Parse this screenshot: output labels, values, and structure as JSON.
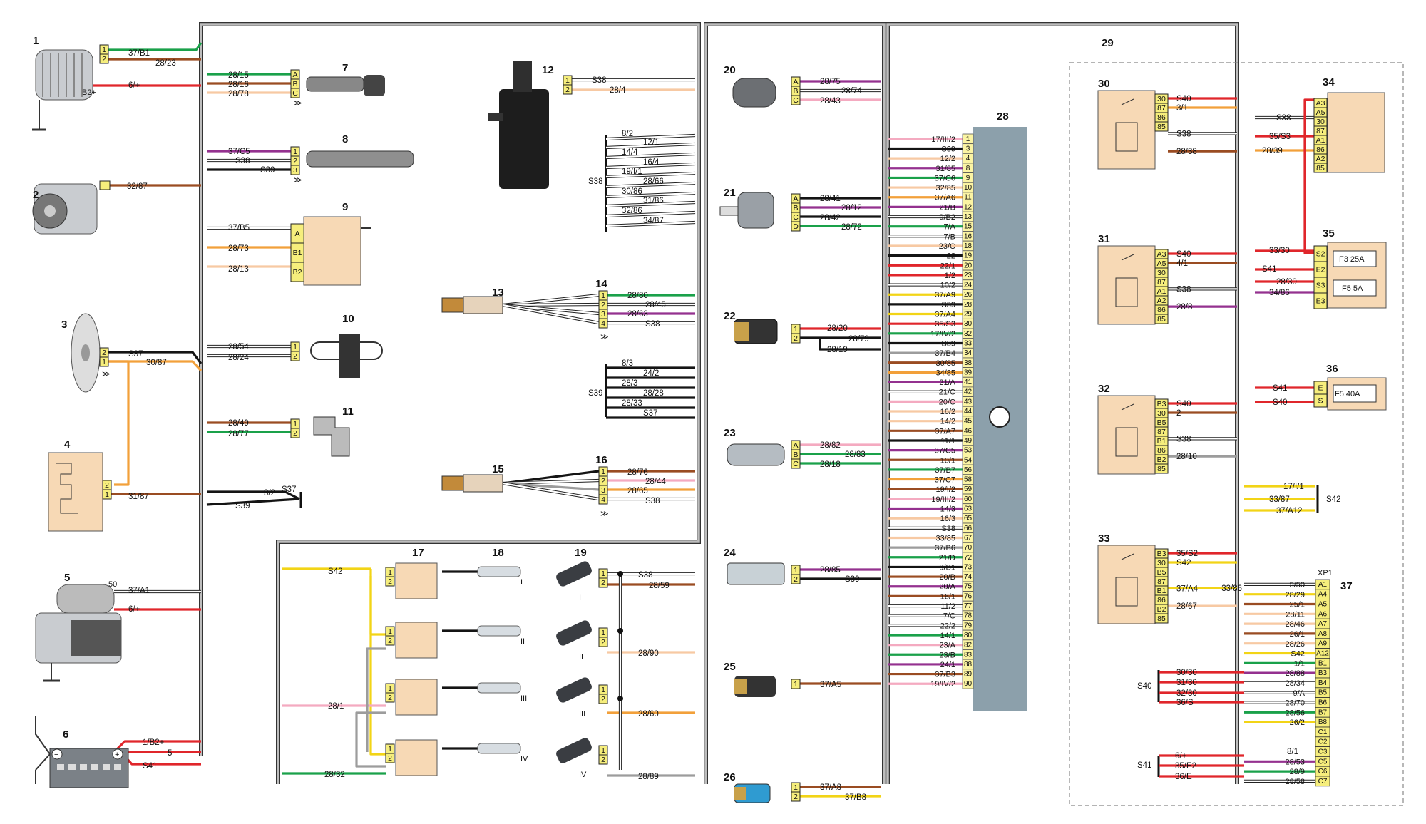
{
  "colors": {
    "black": "#141414",
    "white": "#ffffff",
    "green": "#1aa14a",
    "red": "#e0262b",
    "brown": "#9a4c22",
    "orange": "#f2a03a",
    "pink": "#f4aac0",
    "violet": "#94318f",
    "gray": "#9c9c9c",
    "yellow": "#f2d416",
    "peach": "#f7c9a3",
    "bus": "#8ca0ab",
    "connector": "#f6ee7c",
    "box": "#f7d9b5",
    "pin28": "#fbf4a3",
    "frame": "#bdbdbd"
  },
  "labels": {
    "c1": "1",
    "c2": "2",
    "c3": "3",
    "c4": "4",
    "c5": "5",
    "c6": "6",
    "c7": "7",
    "c8": "8",
    "c9": "9",
    "c10": "10",
    "c11": "11",
    "c12": "12",
    "c13": "13",
    "c14": "14",
    "c15": "15",
    "c16": "16",
    "c17": "17",
    "c18": "18",
    "c19": "19",
    "c20": "20",
    "c21": "21",
    "c22": "22",
    "c23": "23",
    "c24": "24",
    "c25": "25",
    "c26": "26",
    "c28": "28",
    "c29": "29",
    "c30": "30",
    "c31": "31",
    "c32": "32",
    "c33": "33",
    "c34": "34",
    "c35": "35",
    "c36": "36",
    "c37": "37",
    "b2plus": "B2+",
    "s37_50": "50",
    "xp1": "XP1",
    "f3": "F3 25A",
    "f5": "F5 5A",
    "f5b": "F5 40A",
    "roman1": "I",
    "roman2": "II",
    "roman3": "III",
    "roman4": "IV"
  },
  "pins": {
    "p1": "1",
    "p2": "2",
    "p3": "3",
    "p4": "4",
    "pA": "A",
    "pB": "B",
    "pC": "C",
    "pD": "D",
    "pB1": "B1",
    "pB2": "B2",
    "p30": "30",
    "p87": "87",
    "p86": "86",
    "p85": "85",
    "pA3": "A3",
    "pA5": "A5",
    "pA1": "A1",
    "pA2": "A2",
    "pB3": "B3",
    "pB5": "B5",
    "pS2": "S2",
    "pE2": "E2",
    "pS3": "S3",
    "pE3": "E3",
    "pE": "E",
    "pS": "S"
  },
  "wires": {
    "w37_B1": "37/B1",
    "w28_23": "28/23",
    "w6p": "6/+",
    "w32_87": "32/87",
    "wS37": "S37",
    "w30_87": "30/87",
    "w31_87": "31/87",
    "w37_A1": "37/A1",
    "w1_B2p": "1/B2+",
    "w5": "5",
    "wS41": "S41",
    "w28_15": "28/15",
    "w28_16": "28/16",
    "w28_78": "28/78",
    "w37_C5": "37/C5",
    "wS38": "S38",
    "wS39": "S39",
    "w37_B5": "37/B5",
    "w28_73": "28/73",
    "w28_13": "28/13",
    "w28_54": "28/54",
    "w28_24": "28/24",
    "w28_49": "28/49",
    "w28_77": "28/77",
    "w3_2": "3/2",
    "w28_4": "28/4",
    "w8_2": "8/2",
    "w12_1": "12/1",
    "w14_4": "14/4",
    "w16_4": "16/4",
    "w19_I_1": "19/I/1",
    "w28_66": "28/66",
    "w30_86": "30/86",
    "w31_86": "31/86",
    "w32_86": "32/86",
    "w34_87": "34/87",
    "w28_80": "28/80",
    "w28_45": "28/45",
    "w28_63": "28/63",
    "w8_3": "8/3",
    "w24_2": "24/2",
    "w28_3": "28/3",
    "w28_28": "28/28",
    "w28_33": "28/33",
    "w28_76": "28/76",
    "w28_44": "28/44",
    "w28_65": "28/65",
    "wS42": "S42",
    "w28_1": "28/1",
    "w28_32": "28/32",
    "w28_59": "28/59",
    "w28_90": "28/90",
    "w28_60": "28/60",
    "w28_89": "28/89",
    "w28_75": "28/75",
    "w28_74": "28/74",
    "w28_43": "28/43",
    "w28_41": "28/41",
    "w28_12": "28/12",
    "w28_42": "28/42",
    "w28_72": "28/72",
    "w28_20": "28/20",
    "w28_79": "28/79",
    "w28_19": "28/19",
    "w28_82": "28/82",
    "w28_83": "28/83",
    "w28_18": "28/18",
    "w28_85": "28/85",
    "w37_A5": "37/A5",
    "w37_A8": "37/A8",
    "w37_B8": "37/B8",
    "wS40": "S40",
    "w3_1": "3/1",
    "w28_38": "28/38",
    "w4_1": "4/1",
    "w28_8": "28/8",
    "w2": "2",
    "w28_10": "28/10",
    "w35_S2": "35/S2",
    "w37_A4": "37/A4",
    "w28_67": "28/67",
    "w35_S3": "35/S3",
    "w28_39": "28/39",
    "w33_30": "33/30",
    "w28_30": "28/30",
    "w34_86": "34/86",
    "w17_I_1": "17/I/1",
    "w33_87": "33/87",
    "w37_A12": "37/A12"
  },
  "connector28": {
    "pins": [
      "1",
      "3",
      "4",
      "8",
      "9",
      "10",
      "11",
      "12",
      "13",
      "15",
      "16",
      "18",
      "19",
      "20",
      "23",
      "24",
      "26",
      "28",
      "29",
      "30",
      "32",
      "33",
      "34",
      "38",
      "39",
      "41",
      "42",
      "43",
      "44",
      "45",
      "46",
      "49",
      "53",
      "54",
      "56",
      "58",
      "59",
      "60",
      "63",
      "65",
      "66",
      "67",
      "70",
      "72",
      "73",
      "74",
      "75",
      "76",
      "77",
      "78",
      "79",
      "80",
      "82",
      "83",
      "88",
      "89",
      "90"
    ],
    "labels": [
      "17/III/2",
      "S39",
      "12/2",
      "31/85",
      "37/C6",
      "32/85",
      "37/A6",
      "21/B",
      "9/B2",
      "7/A",
      "7/B",
      "23/C",
      "22",
      "22/1",
      "1/2",
      "10/2",
      "37/A9",
      "S39",
      "37/A4",
      "35/S3",
      "17/IV/2",
      "S39",
      "37/B4",
      "30/85",
      "34/85",
      "21/A",
      "21/C",
      "20/C",
      "16/2",
      "14/2",
      "37/A7",
      "11/1",
      "37/C5",
      "10/1",
      "37/B7",
      "37/C7",
      "19/I/2",
      "19/III/2",
      "14/3",
      "16/3",
      "S38",
      "33/85",
      "37/B6",
      "21/D",
      "9/B1",
      "20/B",
      "20/A",
      "16/1",
      "11/2",
      "7/C",
      "22/2",
      "14/1",
      "23/A",
      "23/B",
      "24/1",
      "37/B3",
      "19/IV/2",
      "19/II/2"
    ],
    "colors": [
      "pink",
      "black",
      "peach",
      "violet",
      "green",
      "peach",
      "orange",
      "violet",
      "white",
      "green",
      "white",
      "peach",
      "black",
      "red",
      "red",
      "white",
      "yellow",
      "black",
      "yellow",
      "red",
      "green",
      "black",
      "gray",
      "brown",
      "orange",
      "violet",
      "white",
      "pink",
      "peach",
      "peach",
      "brown",
      "black",
      "violet",
      "brown",
      "green",
      "orange",
      "brown",
      "pink",
      "violet",
      "peach",
      "white",
      "peach",
      "gray",
      "green",
      "black",
      "brown",
      "violet",
      "brown",
      "white",
      "white",
      "white",
      "green",
      "pink",
      "green",
      "violet",
      "brown",
      "pink",
      "pink"
    ]
  },
  "connector37": {
    "pins": [
      "A1",
      "A4",
      "A5",
      "A6",
      "A7",
      "A8",
      "A9",
      "A12",
      "B1",
      "B3",
      "B4",
      "B5",
      "B6",
      "B7",
      "B8",
      "C1",
      "C2",
      "C3",
      "C5",
      "C6",
      "C7"
    ],
    "labels": [
      "5/50",
      "28/29",
      "25/1",
      "28/11",
      "28/46",
      "26/1",
      "28/26",
      "S42",
      "1/1",
      "28/88",
      "28/34",
      "9/A",
      "28/70",
      "28/56",
      "26/2",
      "",
      "",
      "",
      "28/53",
      "28/9",
      "28/58"
    ],
    "colors": [
      "white",
      "yellow",
      "brown",
      "peach",
      "peach",
      "brown",
      "peach",
      "yellow",
      "green",
      "violet",
      "white",
      "white",
      "white",
      "green",
      "yellow",
      "",
      "",
      "",
      "violet",
      "green",
      "white"
    ],
    "left_labels": {
      "l1": "33/86",
      "l2": "30/30",
      "l3": "31/30",
      "l4": "32/30",
      "l5": "36/S",
      "l6": "6/+",
      "l7": "35/E2",
      "l8": "36/E",
      "l9": "8/1",
      "l10": "S40",
      "l11": "S41"
    }
  }
}
